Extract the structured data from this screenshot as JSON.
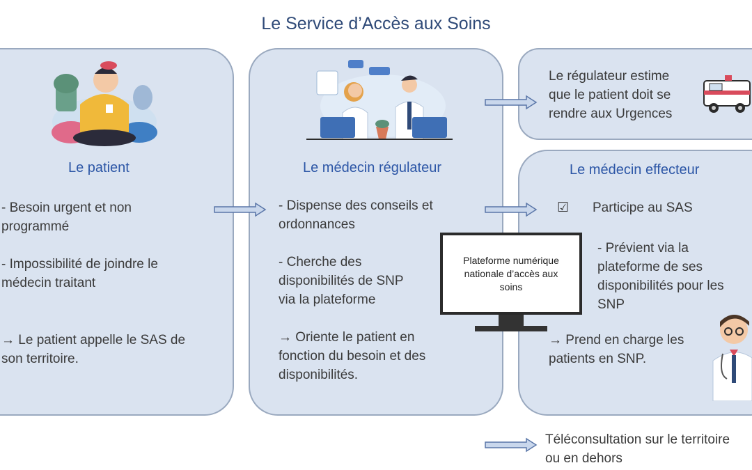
{
  "title": "Le Service d’Accès aux Soins",
  "colors": {
    "box_fill": "#dae3f0",
    "box_border": "#9aa9bf",
    "heading": "#2c56a6",
    "title": "#2f4a78",
    "arrow": "#c9d7ec"
  },
  "patient": {
    "heading": "Le patient",
    "lines": [
      "- Besoin urgent et non",
      "programmé",
      "- Impossibilité de joindre le",
      "médecin traitant",
      "→ Le patient appelle le SAS de",
      "son territoire."
    ]
  },
  "regulateur": {
    "heading": "Le médecin régulateur",
    "lines": [
      "- Dispense des conseils  et",
      "ordonnances",
      "- Cherche des",
      "disponibilités de SNP",
      "via la plateforme",
      "→ Oriente le patient en",
      "fonction du besoin et des",
      "disponibilités."
    ]
  },
  "urgences": {
    "lines": [
      "Le régulateur estime",
      "que le patient doit se",
      "rendre aux Urgences"
    ]
  },
  "effecteur": {
    "heading": "Le médecin effecteur",
    "checkbox": "☑",
    "lines": [
      "Participe au SAS",
      "- Prévient via la",
      "plateforme de ses",
      "disponibilités pour les",
      "SNP",
      "→ Prend en charge les",
      "patients en SNP."
    ]
  },
  "plateforme": {
    "lines": [
      "Plateforme numérique",
      "nationale d’accès aux",
      "soins"
    ]
  },
  "teleconsultation": {
    "lines": [
      "Téléconsultation sur le territoire",
      "ou en dehors"
    ]
  }
}
